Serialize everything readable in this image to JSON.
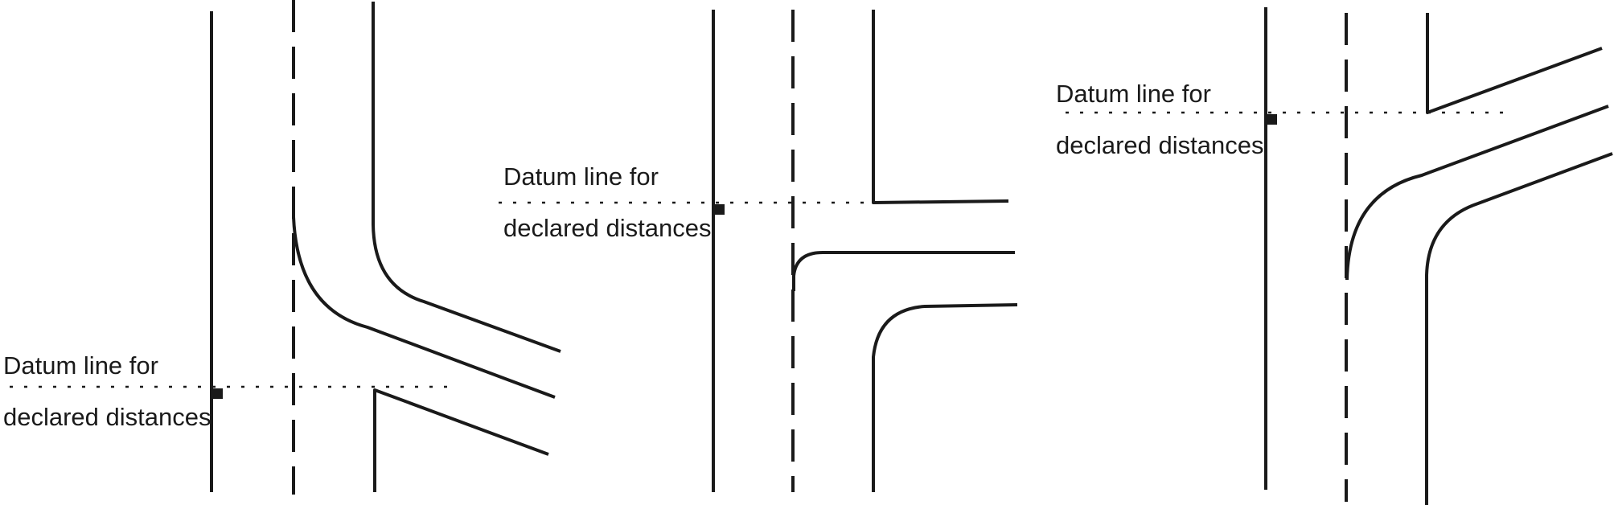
{
  "diagrams": [
    {
      "label_line1": "Datum line for",
      "label_line2": "declared distances"
    },
    {
      "label_line1": "Datum line for",
      "label_line2": "declared distances"
    },
    {
      "label_line1": "Datum line for",
      "label_line2": "declared distances"
    }
  ],
  "colors": {
    "line": "#1a1a1a",
    "background": "#ffffff"
  }
}
